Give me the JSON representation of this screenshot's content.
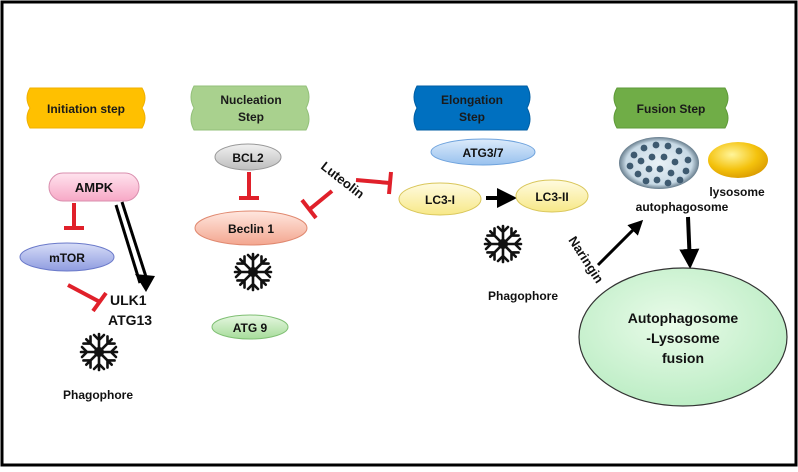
{
  "steps": {
    "initiation": "Initiation step",
    "nucleation": [
      "Nucleation",
      "Step"
    ],
    "elongation": [
      "Elongation",
      "Step"
    ],
    "fusion": "Fusion Step"
  },
  "nodes": {
    "ampk": "AMPK",
    "mtor": "mTOR",
    "ulk1": "ULK1",
    "atg13": "ATG13",
    "bcl2": "BCL2",
    "beclin1": "Beclin 1",
    "atg9": "ATG 9",
    "atg37": "ATG3/7",
    "lc3i": "LC3-I",
    "lc3ii": "LC3-II",
    "lysosome": "lysosome",
    "autophagosome": "autophagosome",
    "fusion": [
      "Autophagosome",
      "-Lysosome",
      "fusion"
    ]
  },
  "labels": {
    "phagophore_1": "Phagophore",
    "phagophore_2": "Phagophore",
    "luteolin": "Luteolin",
    "naringin": "Naringin"
  },
  "colors": {
    "initiation_bg": "#ffc000",
    "nucleation_bg": "#a9d18e",
    "elongation_bg": "#0070c0",
    "fusion_bg": "#70ad47",
    "inhibit_red": "#e0202a",
    "fusion_circle": "#c6efce"
  }
}
